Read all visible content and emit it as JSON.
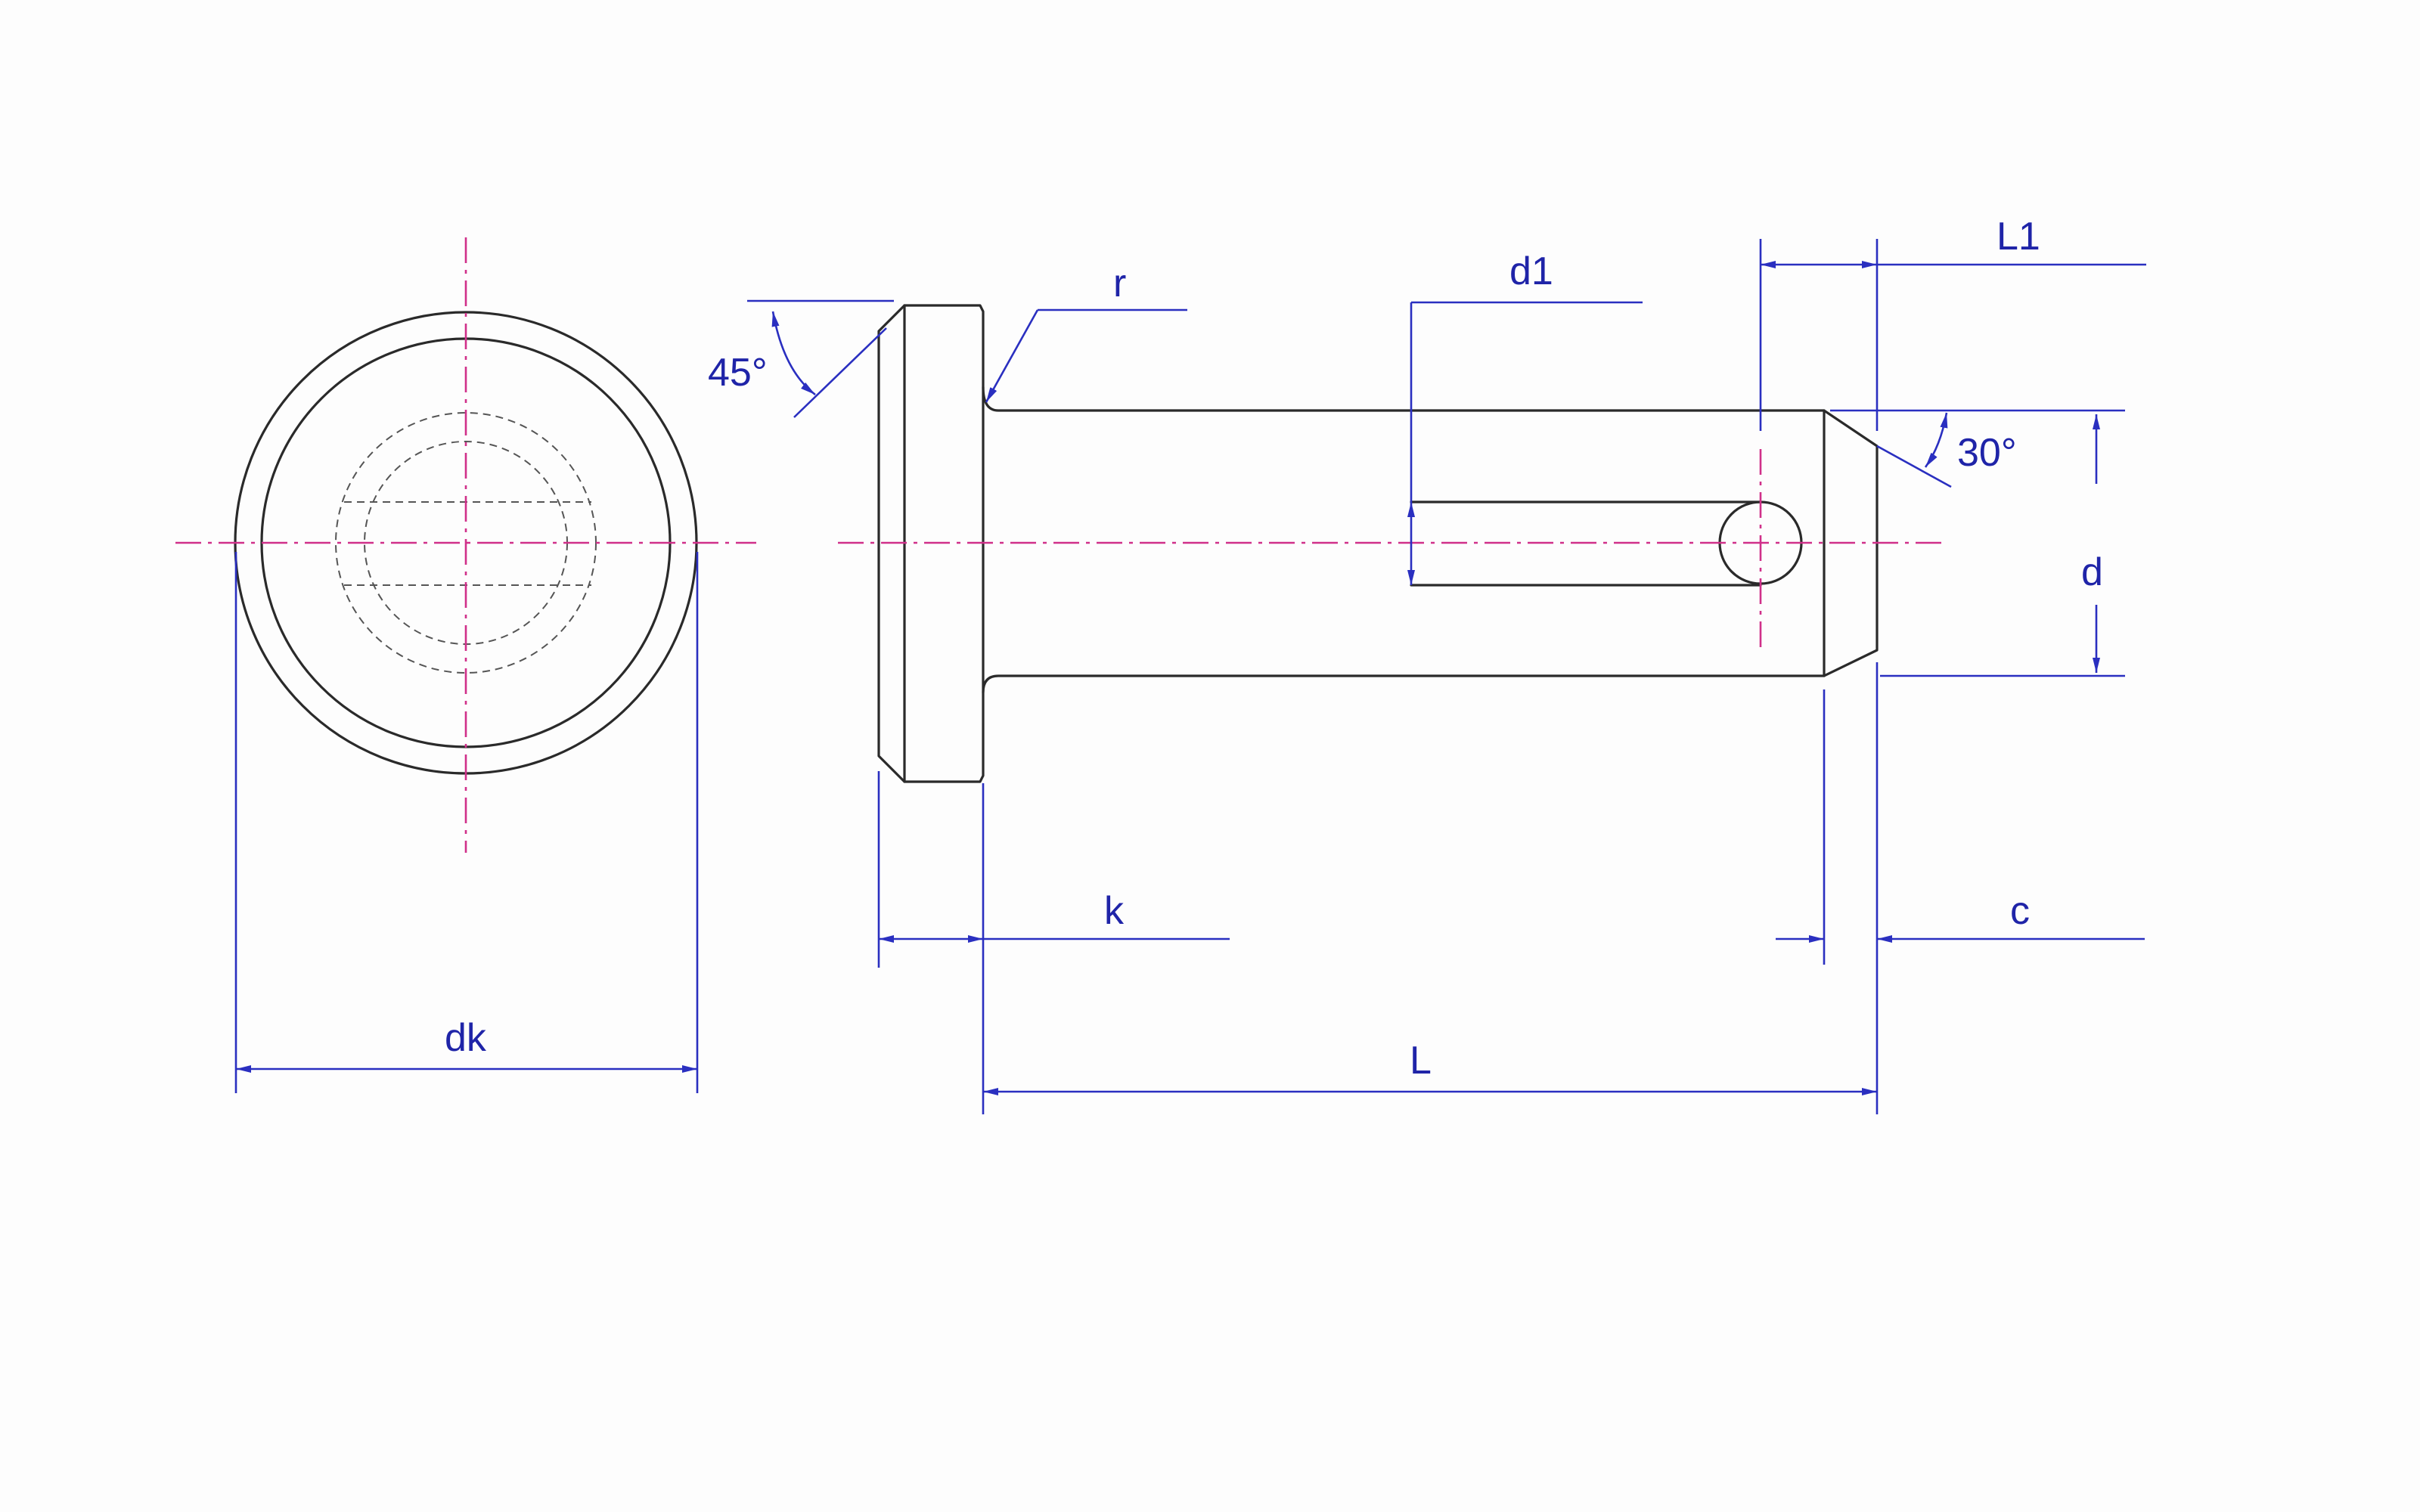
{
  "drawing": {
    "labels": {
      "r": "r",
      "d1": "d1",
      "L1": "L1",
      "angle_head": "45°",
      "angle_tip": "30°",
      "d": "d",
      "k": "k",
      "c": "c",
      "dk": "dk",
      "L": "L"
    },
    "colors": {
      "outline": "#2a2a2a",
      "center_line": "#d0308a",
      "dimension": "#2a2fc0",
      "background": "#fdfdfd"
    }
  }
}
